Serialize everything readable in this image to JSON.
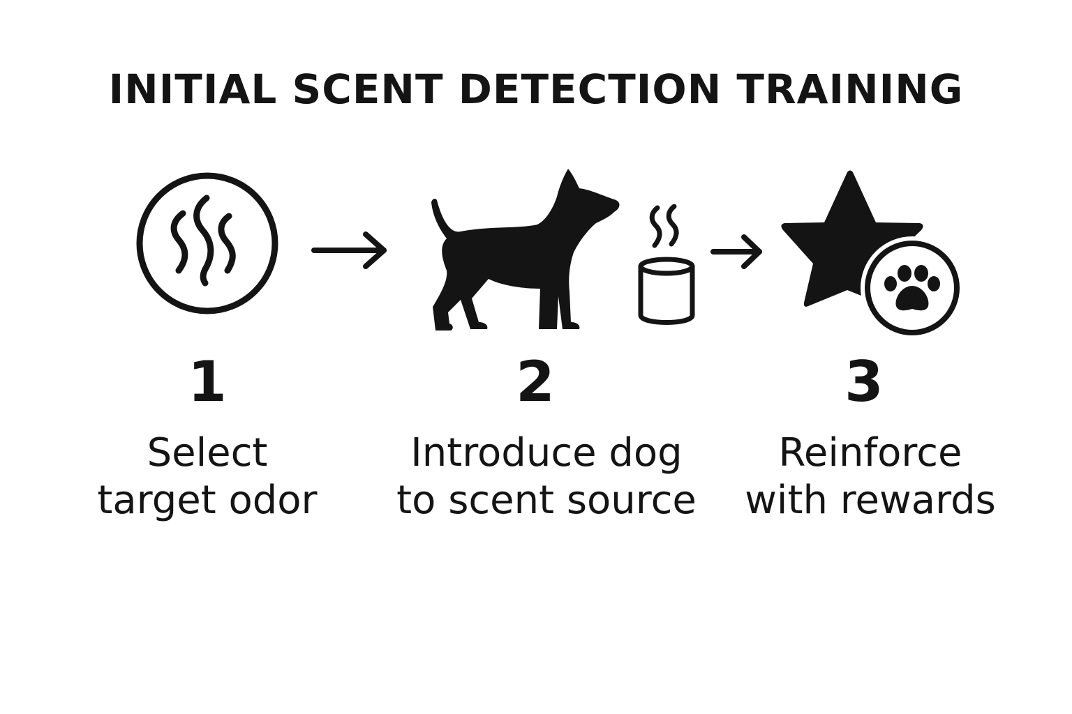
{
  "colors": {
    "background": "#ffffff",
    "ink": "#141414"
  },
  "header": {
    "title": "INITIAL SCENT DETECTION TRAINING"
  },
  "steps": [
    {
      "number": "1",
      "label_line1": "Select",
      "label_line2": "target odor",
      "icon": "odor-waves-circle-icon"
    },
    {
      "number": "2",
      "label_line1": "Introduce dog",
      "label_line2": "to scent source",
      "icon": "dog-sniffing-scent-canister-icon"
    },
    {
      "number": "3",
      "label_line1": "Reinforce",
      "label_line2": "with rewards",
      "icon": "star-with-paw-badge-icon"
    }
  ],
  "connectors": [
    "right-arrow-icon",
    "right-arrow-icon"
  ]
}
